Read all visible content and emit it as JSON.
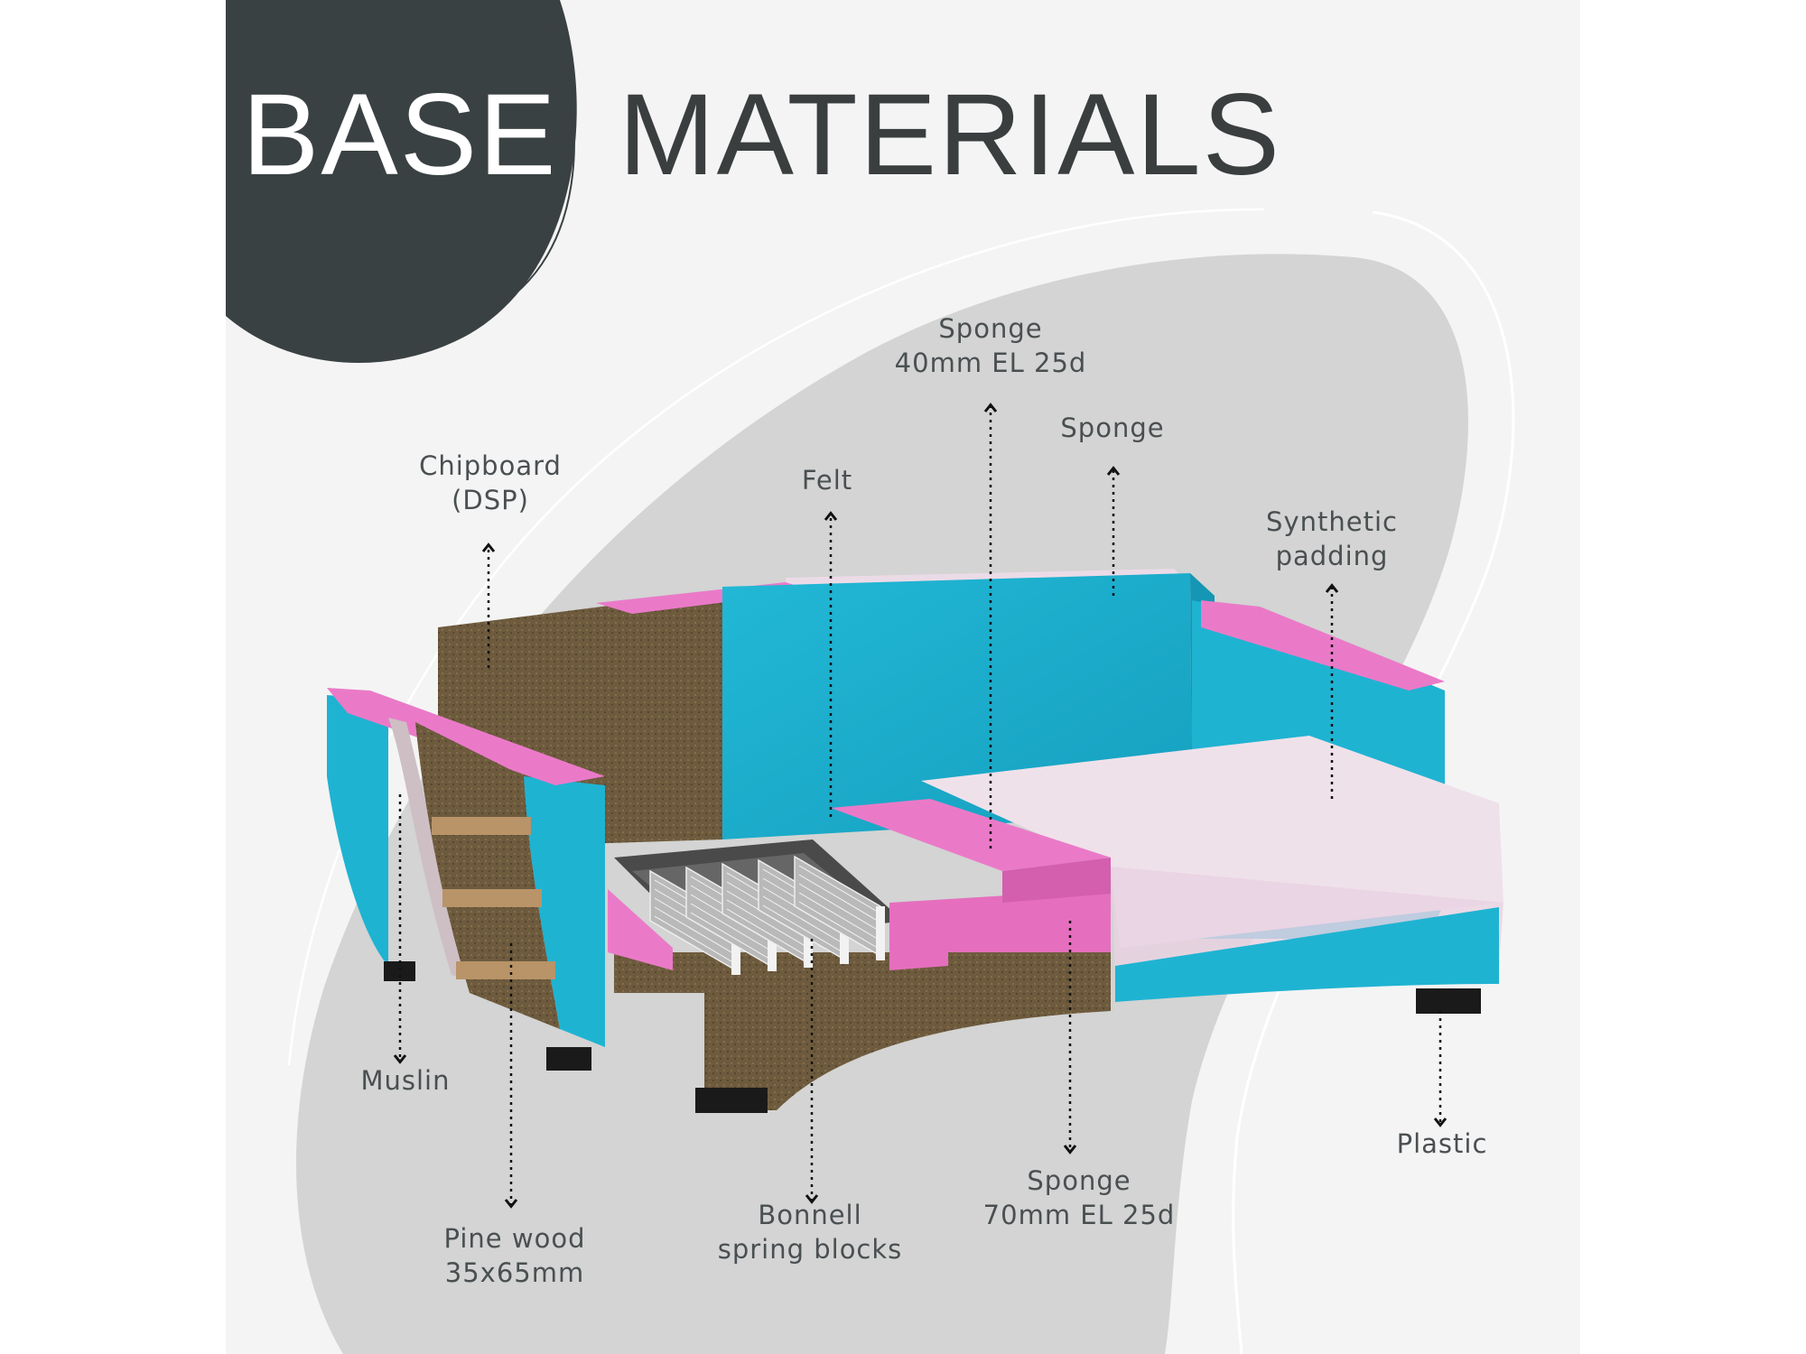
{
  "title": {
    "word1": "BASE",
    "word2": "MATERIALS"
  },
  "colors": {
    "page_bg": "#ffffff",
    "panel_bg": "#f4f4f4",
    "blob": "#d3d4d3",
    "dark_circle": "#3a4142",
    "foam_blue": "#1fb3d2",
    "foam_pink": "#ea7ac8",
    "chipboard": "#6e5b3e",
    "felt": "#efd9e8",
    "text": "#4a4f52"
  },
  "labels": {
    "chipboard": [
      "Chipboard",
      "(DSP)"
    ],
    "felt": [
      "Felt"
    ],
    "sponge_top": [
      "Sponge",
      "40mm EL 25d"
    ],
    "sponge_back": [
      "Sponge"
    ],
    "synthetic": [
      "Synthetic",
      "padding"
    ],
    "muslin": [
      "Muslin"
    ],
    "pine": [
      "Pine wood",
      "35x65mm"
    ],
    "bonnell": [
      "Bonnell",
      "spring blocks"
    ],
    "sponge_seat": [
      "Sponge",
      "70mm EL 25d"
    ],
    "plastic": [
      "Plastic"
    ]
  },
  "icons": {
    "arrow": "dotted-arrow",
    "spring": "spring-coil"
  }
}
